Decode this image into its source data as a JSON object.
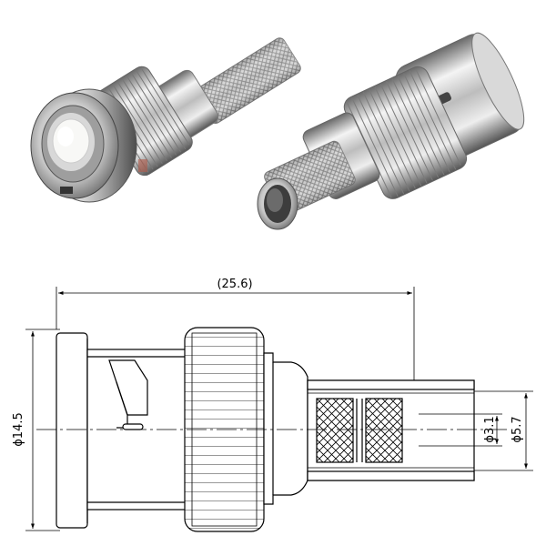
{
  "photo": {
    "left_view": "bnc-connector-front-view",
    "right_view": "bnc-connector-rear-view"
  },
  "drawing": {
    "overall_length": "(25.6)",
    "body_diameter": "ϕ14.5",
    "inner_diameter": "ϕ3.1",
    "outer_diameter": "ϕ5.7"
  },
  "colors": {
    "metal_light": "#f2f2f2",
    "metal_mid": "#b9b9b9",
    "metal_dark": "#5a5a5a",
    "insulator": "#f6f6f4",
    "gold_wire": "#c8893a",
    "line": "#000000"
  }
}
